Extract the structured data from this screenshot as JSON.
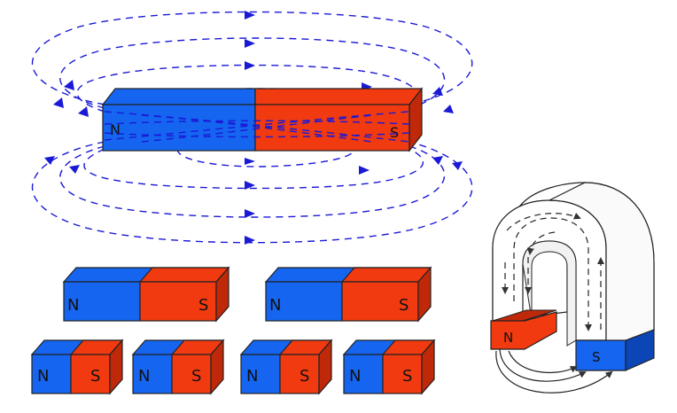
{
  "colors": {
    "north": "#1565f0",
    "north_dark": "#0b45b6",
    "south": "#f23a10",
    "south_dark": "#c0280a",
    "field_line": "#1a1ad6",
    "outline": "#222222"
  },
  "big_magnet": {
    "north_label": "N",
    "south_label": "S"
  },
  "pair_magnets": [
    {
      "north_label": "N",
      "south_label": "S"
    },
    {
      "north_label": "N",
      "south_label": "S"
    }
  ],
  "small_magnets": [
    {
      "north_label": "N",
      "south_label": "S"
    },
    {
      "north_label": "N",
      "south_label": "S"
    },
    {
      "north_label": "N",
      "south_label": "S"
    },
    {
      "north_label": "N",
      "south_label": "S"
    }
  ],
  "horseshoe": {
    "north_label": "N",
    "south_label": "S"
  }
}
